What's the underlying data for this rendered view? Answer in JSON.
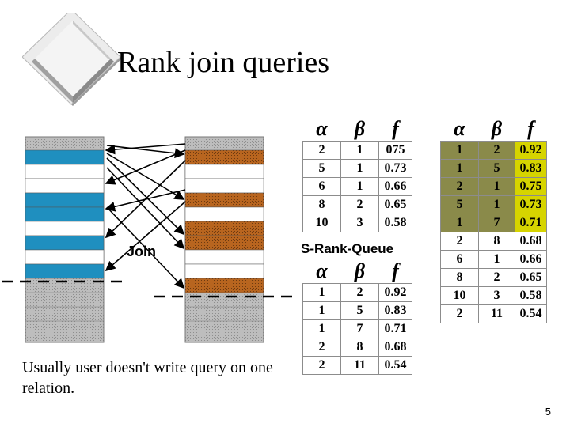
{
  "slide": {
    "title": "Rank join queries",
    "note": "Usually user doesn't write query on one relation.",
    "page_number": "5"
  },
  "diagram": {
    "join_label": "Join",
    "queue_label": "S-Rank-Queue",
    "left_relation_highlight_color": "#1f8fbf",
    "right_relation_highlight_color": "#b5651d"
  },
  "tables": {
    "header": {
      "alpha": "α",
      "beta": "β",
      "f": "f"
    },
    "left": [
      [
        "2",
        "1",
        "075"
      ],
      [
        "5",
        "1",
        "0.73"
      ],
      [
        "6",
        "1",
        "0.66"
      ],
      [
        "8",
        "2",
        "0.65"
      ],
      [
        "10",
        "3",
        "0.58"
      ]
    ],
    "queue": [
      [
        "1",
        "2",
        "0.92"
      ],
      [
        "1",
        "5",
        "0.83"
      ],
      [
        "1",
        "7",
        "0.71"
      ],
      [
        "2",
        "8",
        "0.68"
      ],
      [
        "2",
        "11",
        "0.54"
      ]
    ],
    "right": [
      [
        "1",
        "2",
        "0.92"
      ],
      [
        "1",
        "5",
        "0.83"
      ],
      [
        "2",
        "1",
        "0.75"
      ],
      [
        "5",
        "1",
        "0.73"
      ],
      [
        "1",
        "7",
        "0.71"
      ],
      [
        "2",
        "8",
        "0.68"
      ],
      [
        "6",
        "1",
        "0.66"
      ],
      [
        "8",
        "2",
        "0.65"
      ],
      [
        "10",
        "3",
        "0.58"
      ],
      [
        "2",
        "11",
        "0.54"
      ]
    ],
    "right_highlighted_rows": 5
  }
}
